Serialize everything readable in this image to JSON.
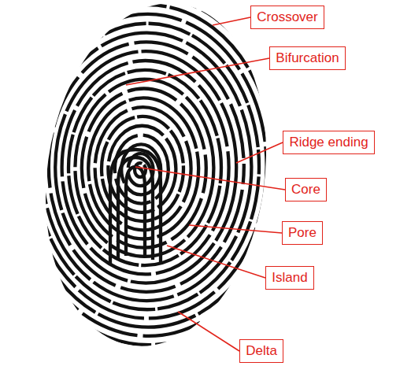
{
  "diagram": {
    "nodes": [
      {
        "text": [
          "Crossover"
        ]
      },
      {
        "text": [
          "Bifurcation"
        ]
      },
      {
        "text": [
          "Ridge ending"
        ]
      },
      {
        "text": [
          "Core"
        ]
      },
      {
        "text": [
          "Pore"
        ]
      },
      {
        "text": [
          "Island"
        ]
      },
      {
        "text": [
          "Delta"
        ]
      }
    ]
  }
}
